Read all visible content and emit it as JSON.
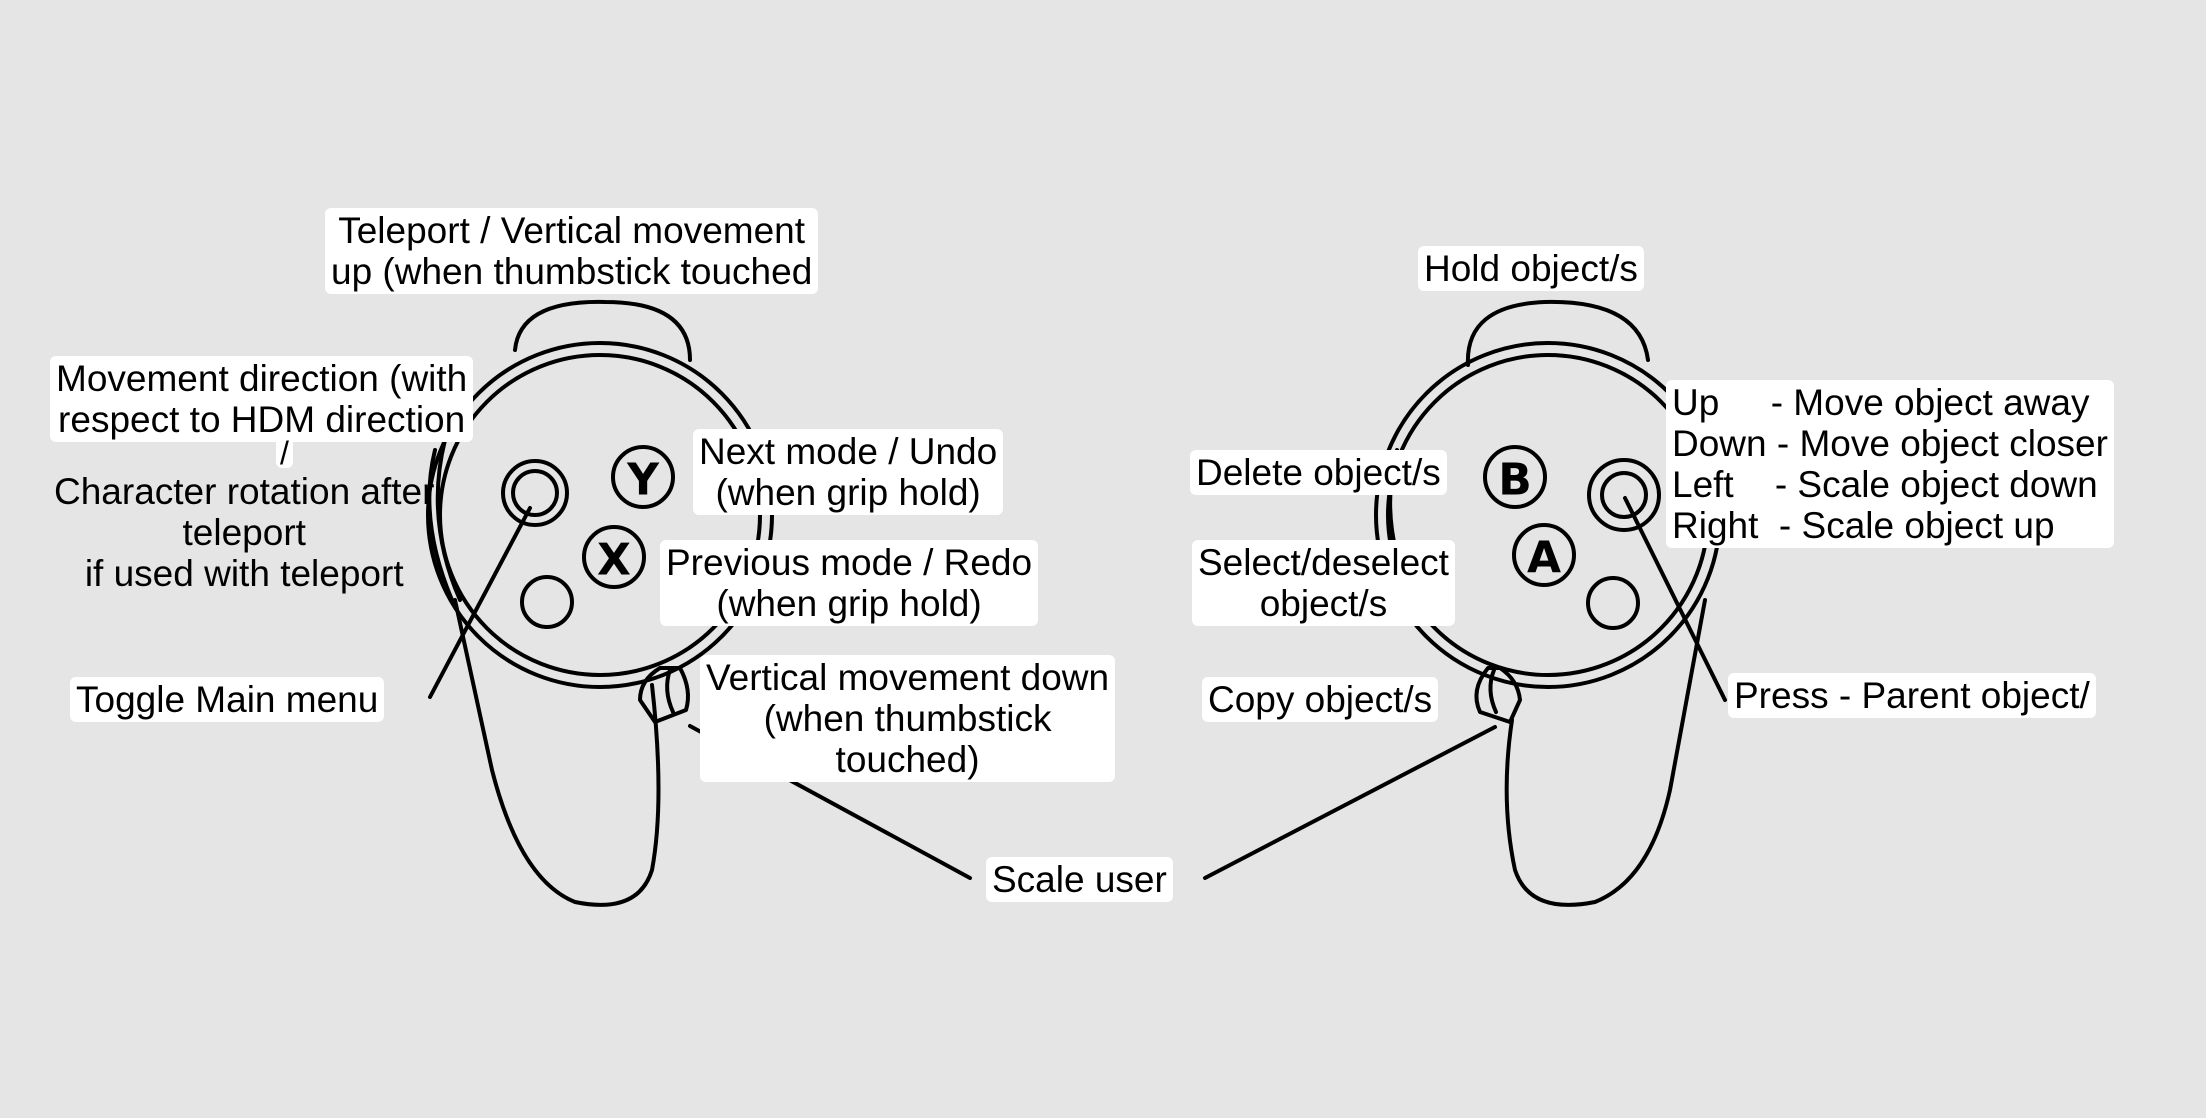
{
  "left_controller": {
    "buttons": {
      "y": "Y",
      "x": "X"
    },
    "labels": {
      "trigger": "Teleport / Vertical movement\nup (when thumbstick touched",
      "thumbstick": "Movement direction (with\nrespect to HDM direction",
      "slash": "/",
      "thumbstick_rotation": "Character rotation after\nteleport\nif used with teleport",
      "y_button": "Next mode / Undo\n(when grip hold)",
      "x_button": "Previous mode / Redo\n(when grip hold)",
      "menu_button": "Toggle Main menu",
      "grip": "Vertical movement down\n(when thumbstick\ntouched)"
    }
  },
  "right_controller": {
    "buttons": {
      "b": "B",
      "a": "A"
    },
    "labels": {
      "trigger": "Hold object/s",
      "b_button": "Delete object/s",
      "a_button": "Select/deselect\nobject/s",
      "grip": "Copy object/s",
      "thumbstick_directions": "Up     - Move object away\nDown - Move object closer\nLeft    - Scale object down\nRight  - Scale object up",
      "thumbstick_press": "Press - Parent object/"
    }
  },
  "shared": {
    "scale_user": "Scale user"
  },
  "colors": {
    "background": "#e5e5e5",
    "stroke": "#000000",
    "label_bg": "#ffffff"
  }
}
